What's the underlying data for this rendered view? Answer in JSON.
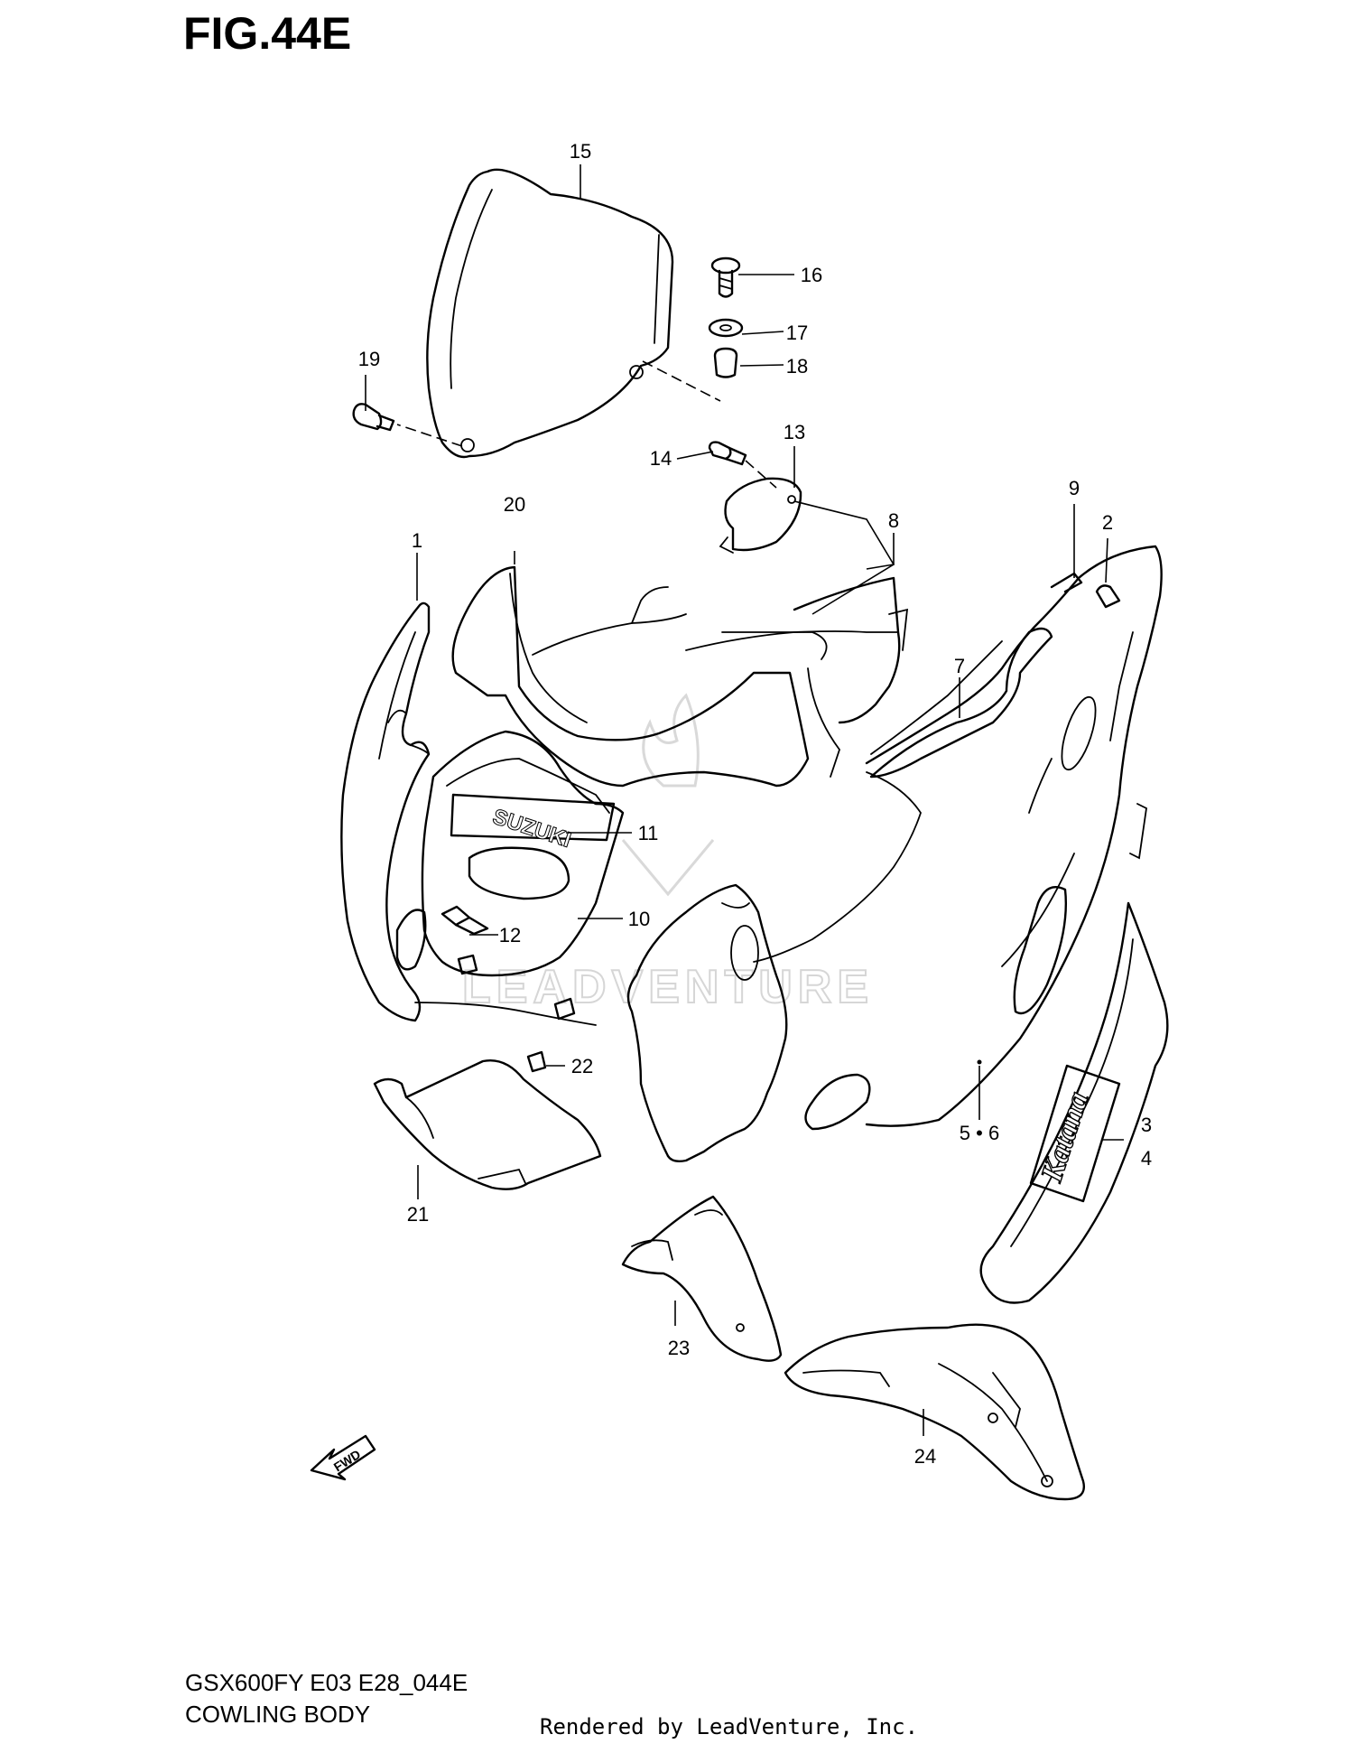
{
  "figure": {
    "title": "FIG.44E"
  },
  "footer": {
    "model_code": "GSX600FY E03 E28_044E",
    "section_name": "COWLING BODY",
    "render_credit": "Rendered by LeadVenture, Inc."
  },
  "watermark": {
    "text": "LEADVENTURE"
  },
  "direction_marker": {
    "label": "FWD"
  },
  "decals": {
    "brand": "SUZUKI",
    "model": "Katana"
  },
  "callouts": {
    "c1": "1",
    "c2": "2",
    "c3": "3",
    "c4": "4",
    "c56": "5 • 6",
    "c7": "7",
    "c8": "8",
    "c9": "9",
    "c10": "10",
    "c11": "11",
    "c12": "12",
    "c13": "13",
    "c14": "14",
    "c15": "15",
    "c16": "16",
    "c17": "17",
    "c18": "18",
    "c19": "19",
    "c20": "20",
    "c21": "21",
    "c22": "22",
    "c23": "23",
    "c24": "24"
  }
}
